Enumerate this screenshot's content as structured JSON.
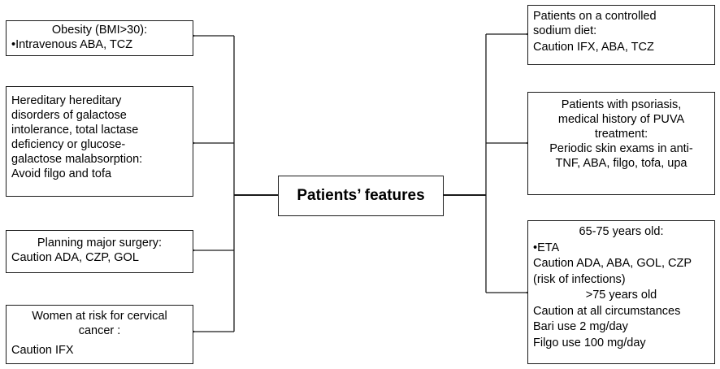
{
  "center": {
    "label": "Patients’ features"
  },
  "left_boxes": [
    {
      "lines": [
        "Obesity (BMI>30):",
        "•Intravenous ABA, TCZ"
      ]
    },
    {
      "lines": [
        "Hereditary hereditary",
        "disorders of galactose",
        "intolerance, total lactase",
        "deficiency or glucose-",
        "galactose malabsorption:",
        "Avoid filgo and tofa"
      ]
    },
    {
      "lines": [
        "Planning major surgery:",
        "Caution ADA, CZP, GOL"
      ]
    },
    {
      "lines": [
        "Women at risk for cervical",
        "cancer :",
        "Caution IFX"
      ]
    }
  ],
  "right_boxes": [
    {
      "lines": [
        "Patients on a controlled",
        "sodium diet:",
        "Caution IFX, ABA, TCZ"
      ]
    },
    {
      "lines": [
        "Patients with psoriasis,",
        "medical history of PUVA",
        "treatment:",
        "Periodic skin exams in anti-",
        "TNF, ABA, filgo, tofa, upa"
      ]
    },
    {
      "lines": [
        "65-75  years old:",
        "•ETA",
        "Caution ADA, ABA, GOL, CZP",
        "(risk of infections)",
        ">75  years old",
        "Caution at all circumstances",
        "Bari use 2 mg/day",
        "Filgo use 100 mg/day"
      ]
    }
  ]
}
